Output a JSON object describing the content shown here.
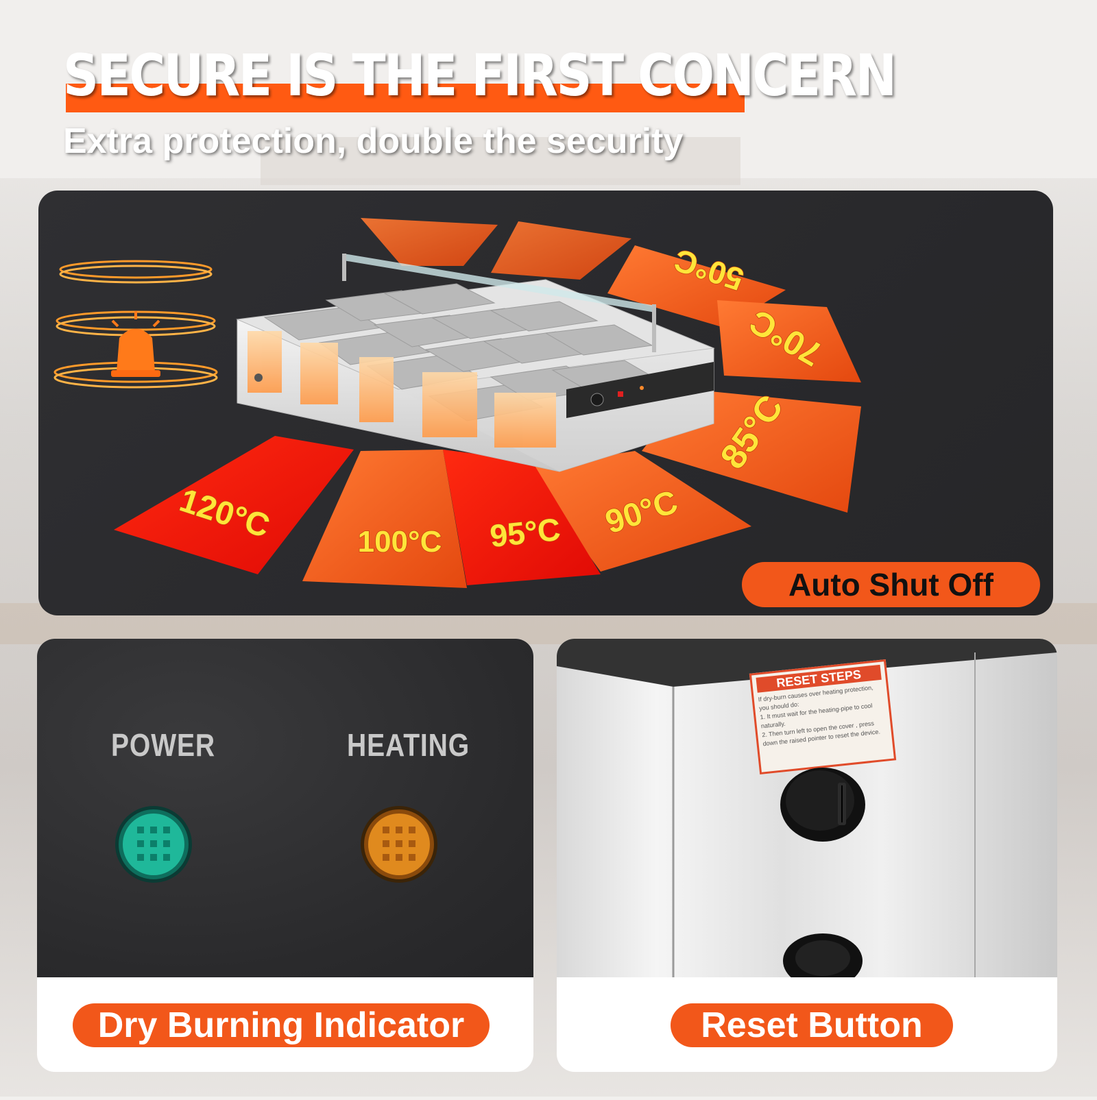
{
  "headline": "SECURE IS THE FIRST CONCERN",
  "subheadline": "Extra protection, double the security",
  "temperatures": [
    "50°C",
    "70°C",
    "85°C",
    "90°C",
    "95°C",
    "100°C",
    "120°C"
  ],
  "auto_shut_off_label": "Auto Shut Off",
  "indicator_card": {
    "power_label": "POWER",
    "heating_label": "HEATING",
    "caption": "Dry Burning Indicator"
  },
  "reset_card": {
    "sticker_title": "RESET STEPS",
    "sticker_lines": [
      "If dry-burn causes over heating protection,",
      "you should do:",
      "1. It must wait for the heating-pipe to cool",
      "naturally.",
      "2. Then turn left to open the cover , press",
      "down the raised pointer to reset the device."
    ],
    "caption": "Reset Button"
  },
  "colors": {
    "accent_orange": "#f2571a",
    "hot_red": "#ff1a0a",
    "temp_text": "#ffe53a",
    "panel_dark": "#2b2b2e",
    "power_led": "#1fb89a",
    "heating_led": "#e08a1e"
  }
}
